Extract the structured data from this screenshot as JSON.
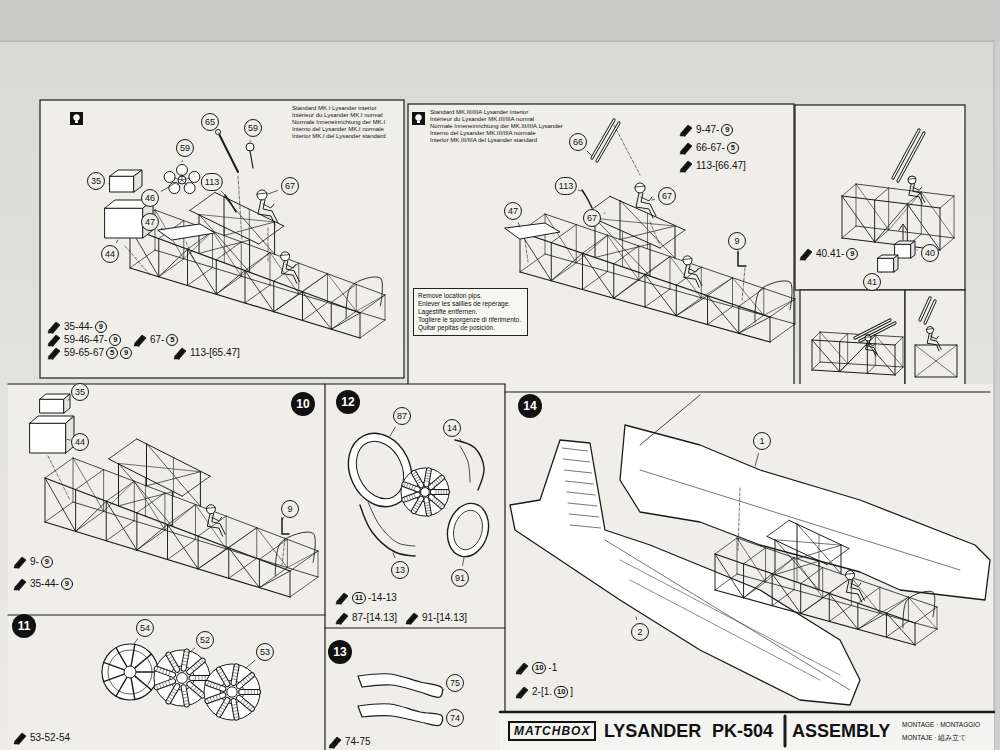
{
  "diagram": {
    "nodes": [
      {
        "text": [
          "Remove location pips.",
          "Enlever les saillies de repérage.",
          "Lagestifte entfernen.",
          "Togliere le sporgenze di riferimento.",
          "Quitar pepitas de posición."
        ]
      },
      {
        "text": [
          "10"
        ]
      },
      {
        "text": [
          "12"
        ]
      },
      {
        "text": [
          "14"
        ]
      },
      {
        "text": [
          "11"
        ]
      },
      {
        "text": [
          "13"
        ]
      }
    ],
    "labels": [
      "Standard MK.I Lysander interior",
      "Intérieur du Lysander MK.I normal",
      "Normale Inneneinrichtung der MK.I",
      "Interno del Lysander MK.I normale",
      "Interior MK.I del Lysander standard",
      "65",
      "59",
      "59",
      "35",
      "46",
      "113",
      "67",
      "47",
      "44",
      "35-44-",
      "9",
      "59-46-47-",
      "9",
      "67-",
      "5",
      "59-65-67",
      "5",
      "9",
      "113-[65.47]",
      "Standard MK.III/IIIA Lysander interior",
      "Intérieur du Lysander MK.III/IIIA normal",
      "Normale Inneneinrichtung der MK.III/IIIA Lysander",
      "Interno del Lysander MK.III/IIIA normale",
      "Interior MK.III/IIIA del Lysander standard",
      "66",
      "113",
      "67",
      "67",
      "47",
      "9",
      "9-47-",
      "9",
      "66-67-",
      "5",
      "113-[66.47]",
      "40.41-",
      "9",
      "40",
      "41",
      "35",
      "44",
      "9",
      "9-",
      "9",
      "35-44-",
      "9",
      "54",
      "52",
      "53",
      "53-52-54",
      "87",
      "14",
      "13",
      "91",
      "11",
      "-14-13",
      "87-[14.13]",
      "91-[14.13]",
      "75",
      "74",
      "74-75",
      "1",
      "2",
      "10",
      "-1",
      "2-[1.",
      "10",
      "]",
      "MATCHBOX",
      "LYSANDER",
      "PK-504",
      "ASSEMBLY",
      "MONTAGE · MONTAGGIO",
      "MONTAJE · 組み立て"
    ]
  }
}
